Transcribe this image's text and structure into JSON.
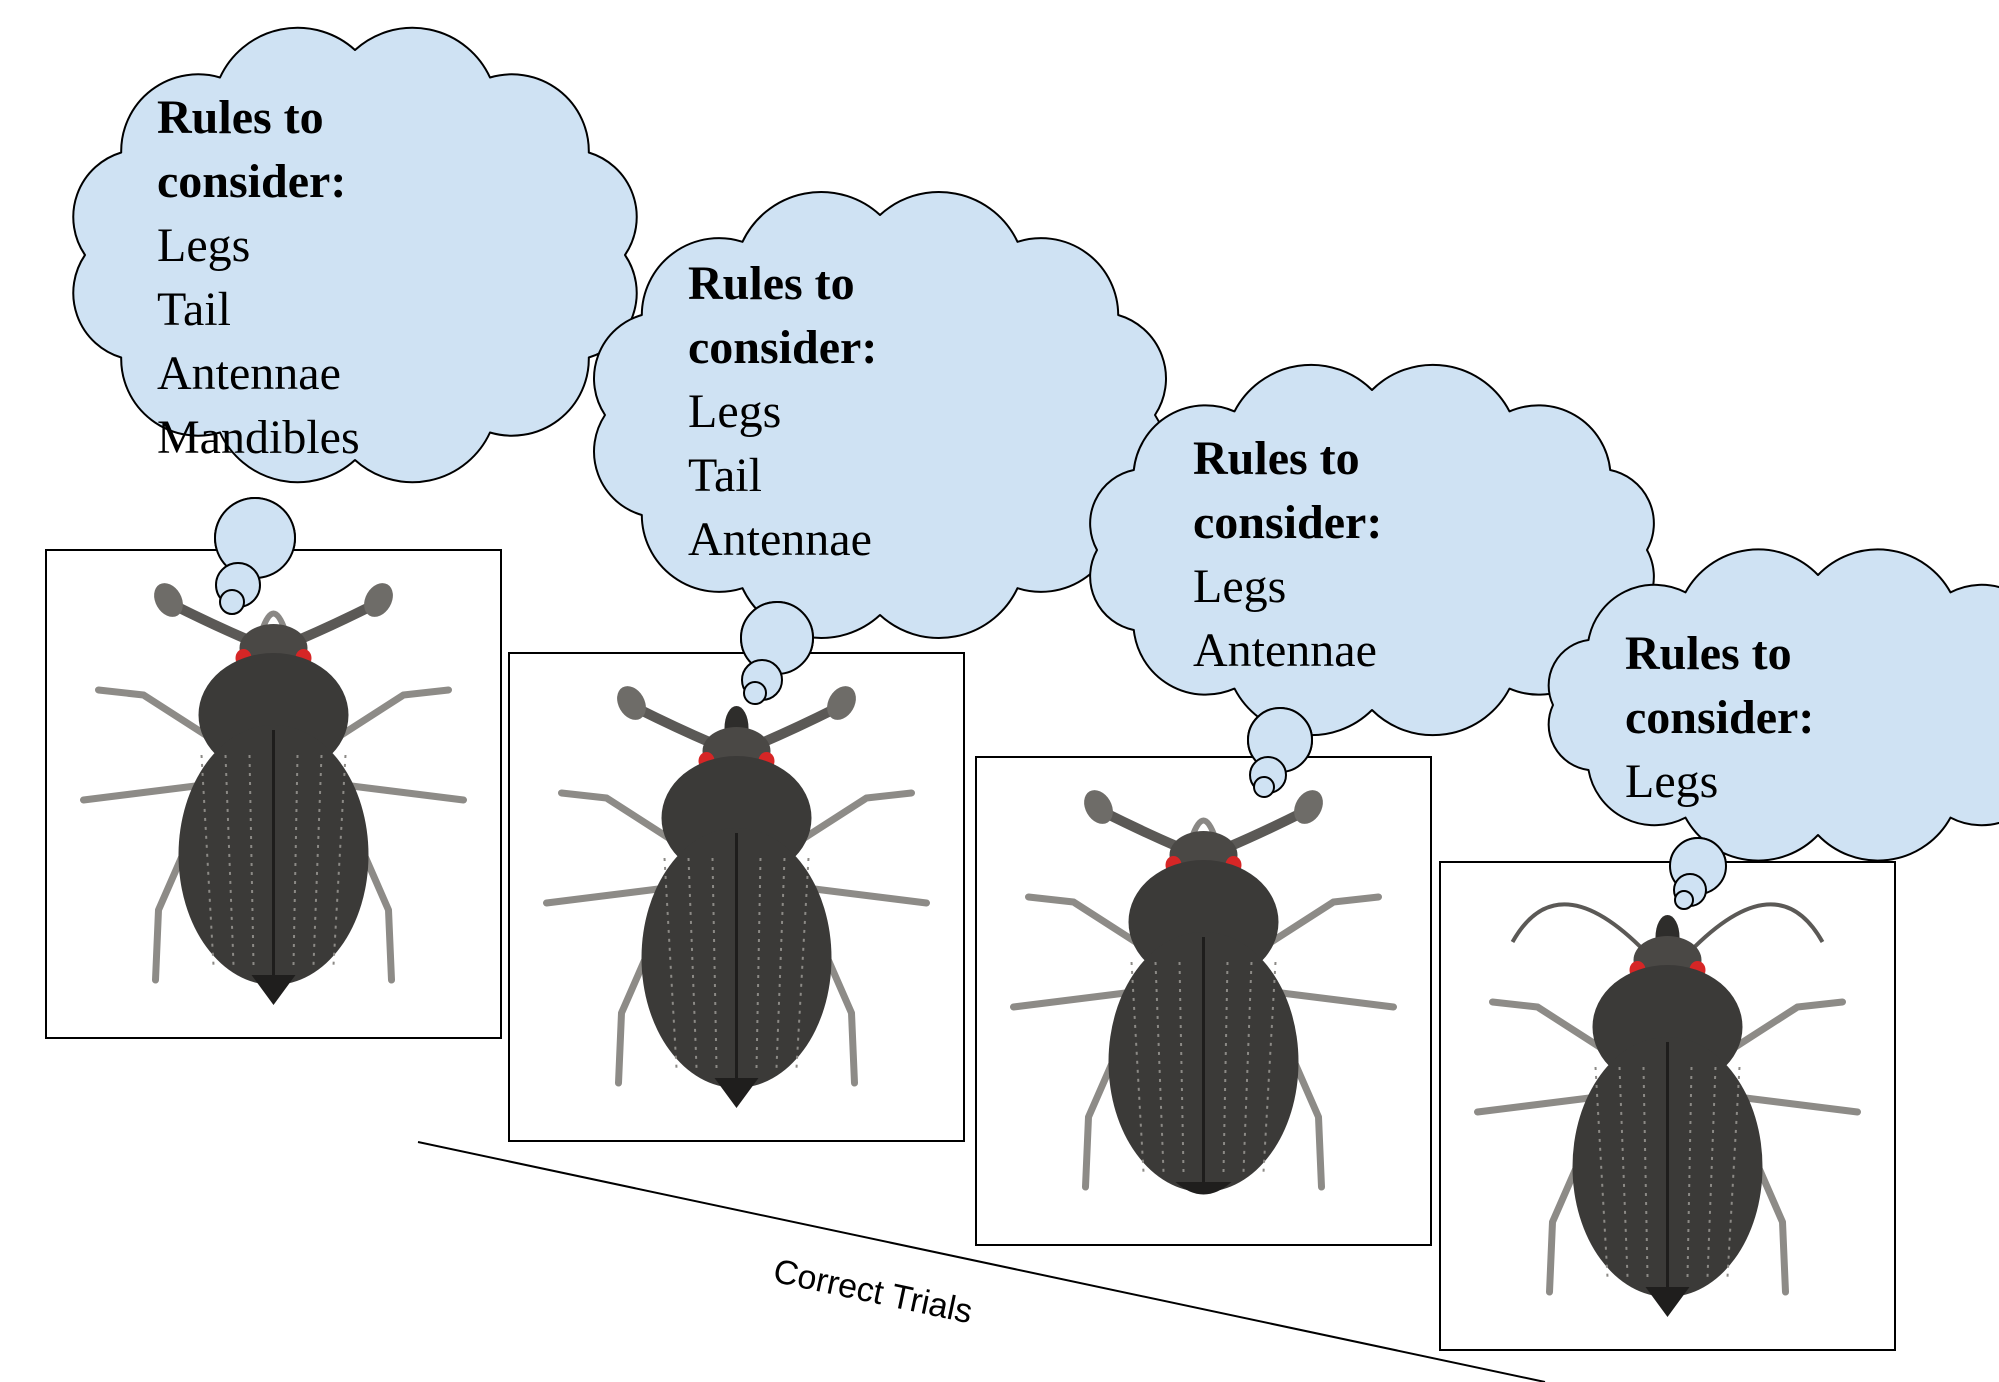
{
  "colors": {
    "cloud_fill": "#cfe2f3",
    "outline": "#000000",
    "beetle_body": "#3b3a38",
    "beetle_eye": "#d62626"
  },
  "panels": [
    {
      "heading": [
        "Rules to",
        "consider:"
      ],
      "rules": [
        "Legs",
        "Tail",
        "Antennae",
        "Mandibles"
      ],
      "beetle": {
        "antennae": "clubbed",
        "mandibles": true,
        "tail": true
      }
    },
    {
      "heading": [
        "Rules to",
        "consider:"
      ],
      "rules": [
        "Legs",
        "Tail",
        "Antennae"
      ],
      "beetle": {
        "antennae": "clubbed",
        "mandibles": false,
        "tail": true
      }
    },
    {
      "heading": [
        "Rules to",
        "consider:"
      ],
      "rules": [
        "Legs",
        "Antennae"
      ],
      "beetle": {
        "antennae": "clubbed",
        "mandibles": true,
        "tail": false
      }
    },
    {
      "heading": [
        "Rules to",
        "consider:"
      ],
      "rules": [
        "Legs"
      ],
      "beetle": {
        "antennae": "thin",
        "mandibles": false,
        "tail": true
      }
    }
  ],
  "axis": {
    "label": "Correct Trials"
  }
}
